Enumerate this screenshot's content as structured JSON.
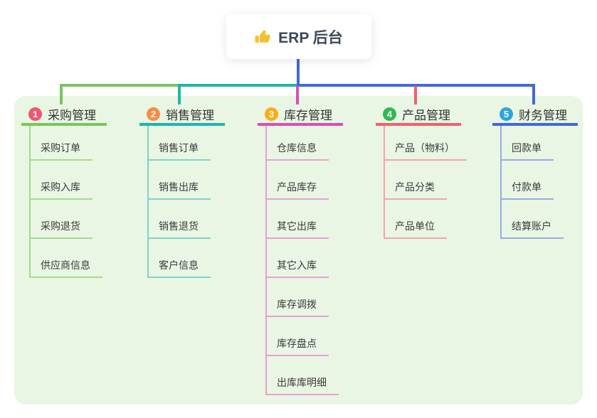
{
  "root": {
    "title": "ERP 后台",
    "icon": "thumbs-up-icon",
    "icon_color": "#F5BF2F"
  },
  "branches": [
    {
      "badge": "1",
      "title": "采购管理",
      "badge_color": "#F0566E",
      "line_color": "#7CC45C",
      "child_line_color": "#A6D98D",
      "children": [
        "采购订单",
        "采购入库",
        "采购退货",
        "供应商信息"
      ]
    },
    {
      "badge": "2",
      "title": "销售管理",
      "badge_color": "#F98C42",
      "line_color": "#1FB5AB",
      "child_line_color": "#7DD4CB",
      "children": [
        "销售订单",
        "销售出库",
        "销售退货",
        "客户信息"
      ]
    },
    {
      "badge": "3",
      "title": "库存管理",
      "badge_color": "#FBAD18",
      "line_color": "#D94FB2",
      "child_line_color": "#E9A0D2",
      "children": [
        "仓库信息",
        "产品库存",
        "其它出库",
        "其它入库",
        "库存调拨",
        "库存盘点",
        "出库库明细"
      ]
    },
    {
      "badge": "4",
      "title": "产品管理",
      "badge_color": "#33B852",
      "line_color": "#F2606B",
      "child_line_color": "#F7A3A9",
      "children": [
        "产品（物料）",
        "产品分类",
        "产品单位"
      ]
    },
    {
      "badge": "5",
      "title": "财务管理",
      "badge_color": "#2BA6DF",
      "line_color": "#4467D8",
      "child_line_color": "#97ABE6",
      "children": [
        "回款单",
        "付款单",
        "结算账户"
      ]
    }
  ],
  "colors": {
    "page_bg": "#FFFFFF",
    "panel_bg": "#E9F6E4",
    "root_connector": "#4467D8",
    "title_text": "#333333",
    "child_text": "#3A3A3A",
    "root_text": "#3B4859"
  }
}
